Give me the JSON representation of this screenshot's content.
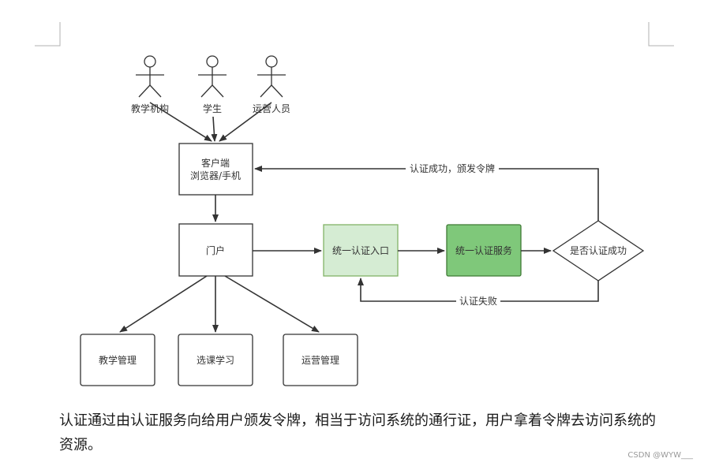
{
  "actors": {
    "teaching_org": "教学机构",
    "student": "学生",
    "operations_staff": "运营人员"
  },
  "nodes": {
    "client": [
      "客户端",
      "浏览器/手机"
    ],
    "portal": "门户",
    "auth_entry": "统一认证入口",
    "auth_service": "统一认证服务",
    "decision": "是否认证成功",
    "teaching_mgmt": "教学管理",
    "course_learning": "选课学习",
    "operations_mgmt": "运营管理"
  },
  "edges": {
    "success": "认证成功，颁发令牌",
    "failure": "认证失败"
  },
  "colors": {
    "auth_entry_fill": "#d5ecd3",
    "auth_entry_stroke": "#82b366",
    "auth_service_fill": "#7fc87a",
    "auth_service_stroke": "#3f7a35",
    "line": "#333333"
  },
  "caption": "认证通过由认证服务向给用户颁发令牌，相当于访问系统的通行证，用户拿着令牌去访问系统的资源。",
  "watermark": "CSDN @WYW___"
}
